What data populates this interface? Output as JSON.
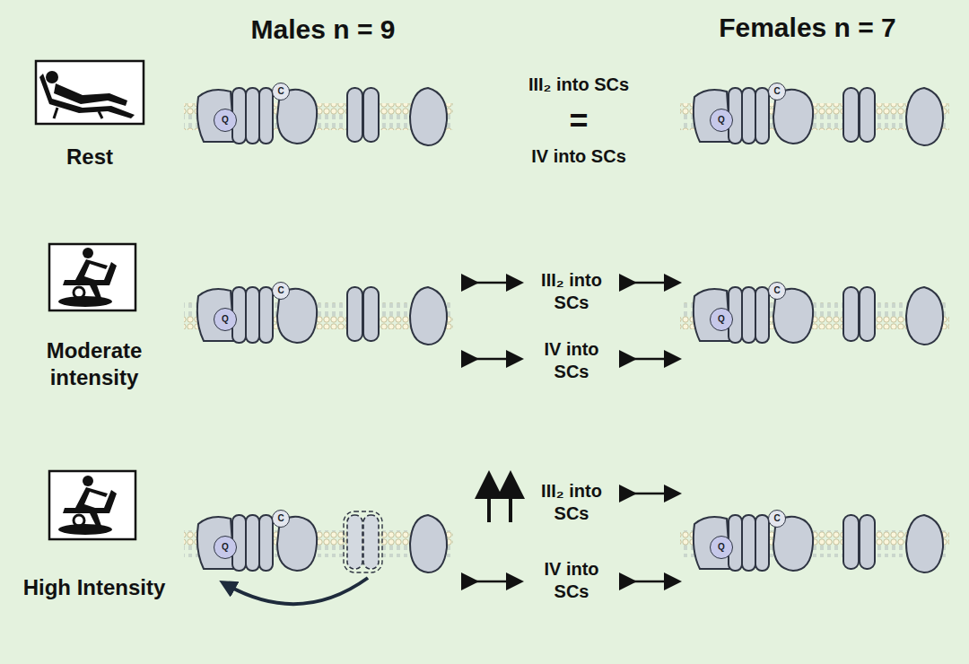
{
  "diagram": {
    "nodes": [
      {
        "text": [
          "Q"
        ]
      },
      {
        "text": [
          "C"
        ]
      },
      {
        "text": [
          "Q"
        ]
      },
      {
        "text": [
          "C"
        ]
      },
      {
        "text": [
          "Q"
        ]
      },
      {
        "text": [
          "C"
        ]
      },
      {
        "text": [
          "Q"
        ]
      },
      {
        "text": [
          "C"
        ]
      },
      {
        "text": [
          "Q"
        ]
      },
      {
        "text": [
          "C"
        ]
      },
      {
        "text": [
          "Q"
        ]
      },
      {
        "text": [
          "C"
        ]
      }
    ],
    "labels": [
      "Males n = 9",
      "Females n = 7",
      "Rest",
      "Moderate intensity",
      "High Intensity",
      "III₂ into SCs",
      "=",
      "IV into SCs",
      "III₂ into SCs",
      "IV into SCs",
      "III₂ into SCs",
      "IV into SCs"
    ]
  }
}
